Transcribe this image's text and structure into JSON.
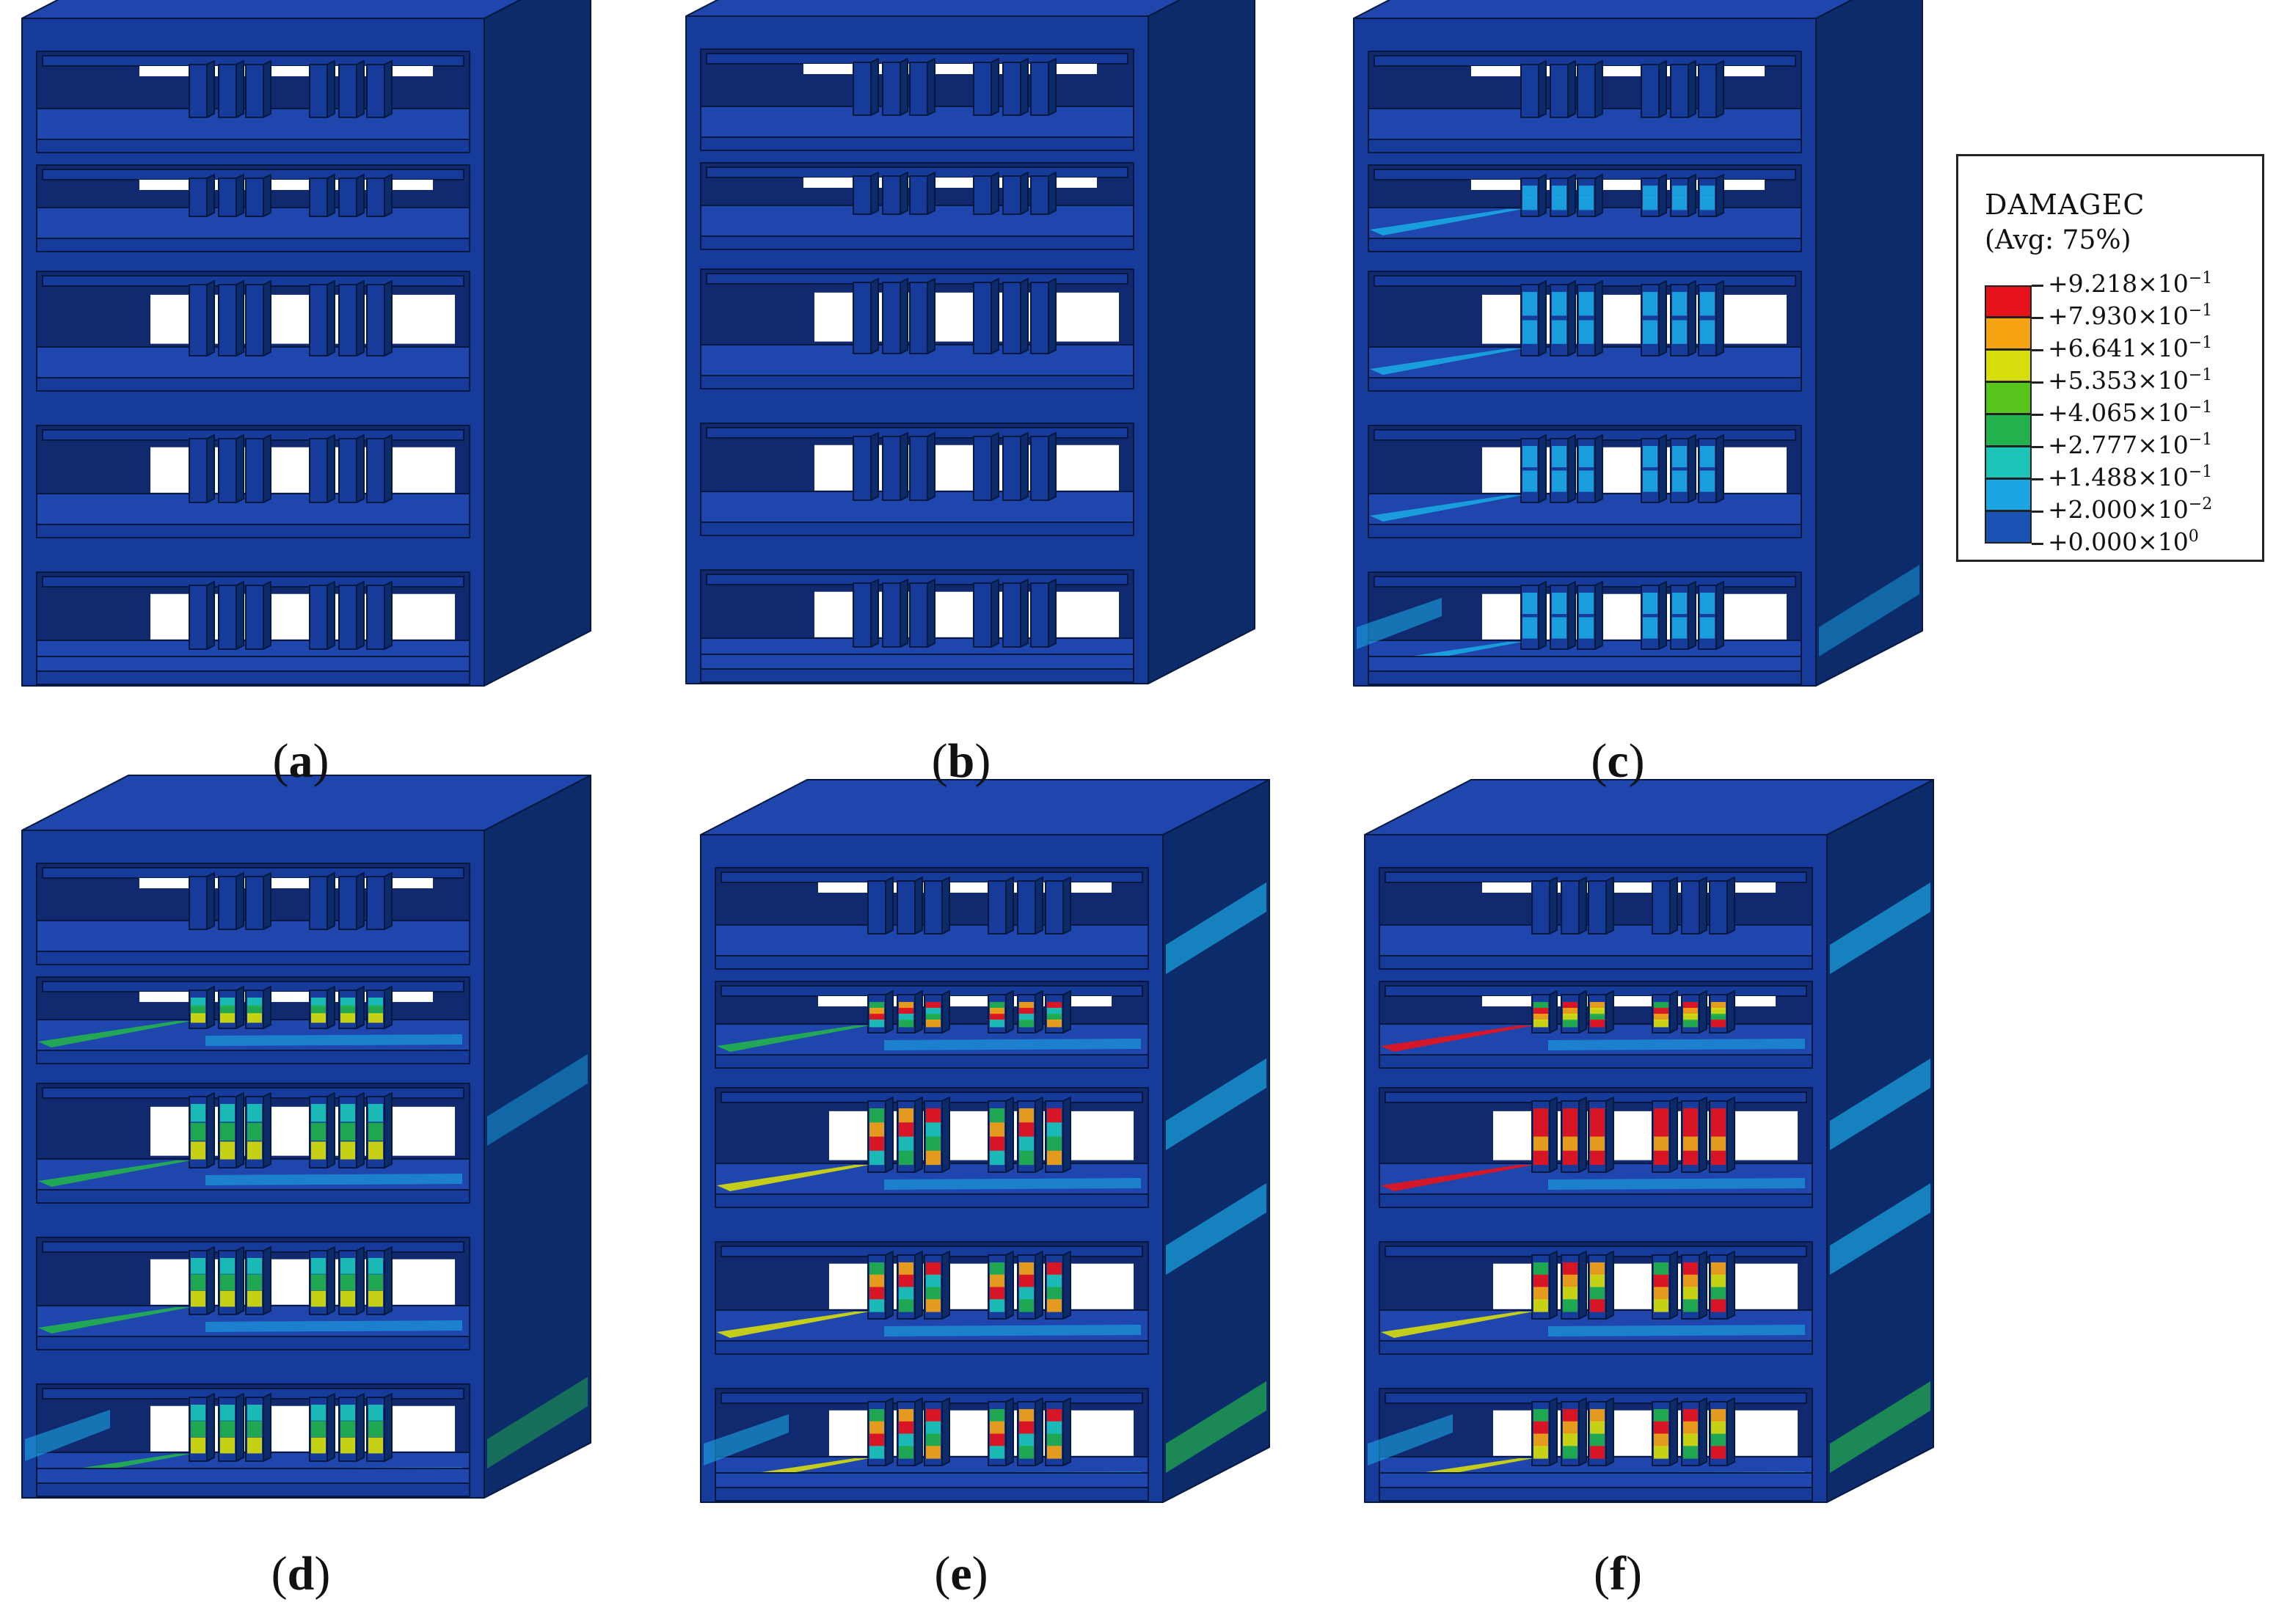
{
  "figure": {
    "panels": [
      {
        "label": "a",
        "stage": 0
      },
      {
        "label": "b",
        "stage": 1
      },
      {
        "label": "c",
        "stage": 2
      },
      {
        "label": "d",
        "stage": 3
      },
      {
        "label": "e",
        "stage": 4
      },
      {
        "label": "f",
        "stage": 5
      }
    ]
  },
  "legend": {
    "title": "DAMAGEC",
    "subtitle": "(Avg: 75%)",
    "entries": [
      {
        "mantissa": "+9.218",
        "exponent": "−1",
        "color": "#e8121b"
      },
      {
        "mantissa": "+7.930",
        "exponent": "−1",
        "color": "#f6a312"
      },
      {
        "mantissa": "+6.641",
        "exponent": "−1",
        "color": "#d6dd0a"
      },
      {
        "mantissa": "+5.353",
        "exponent": "−1",
        "color": "#57c41c"
      },
      {
        "mantissa": "+4.065",
        "exponent": "−1",
        "color": "#22b14c"
      },
      {
        "mantissa": "+2.777",
        "exponent": "−1",
        "color": "#1cc4b8"
      },
      {
        "mantissa": "+1.488",
        "exponent": "−1",
        "color": "#1aa6e2"
      },
      {
        "mantissa": "+2.000",
        "exponent": "−2",
        "color": "#1953b3"
      },
      {
        "mantissa": "+0.000",
        "exponent": "0",
        "color": null
      }
    ]
  },
  "colors": {
    "body": "#173b9b",
    "body_dark": "#10296f",
    "side": "#0b2b6b",
    "top": "#1e46ad",
    "edge": "#05183f",
    "light_damage": "#1aa6e2",
    "cyan_damage": "#1cc4b8",
    "green_damage": "#22b14c",
    "yellow_damage": "#d6dd0a",
    "orange_damage": "#f6a312",
    "red_damage": "#e8121b"
  }
}
